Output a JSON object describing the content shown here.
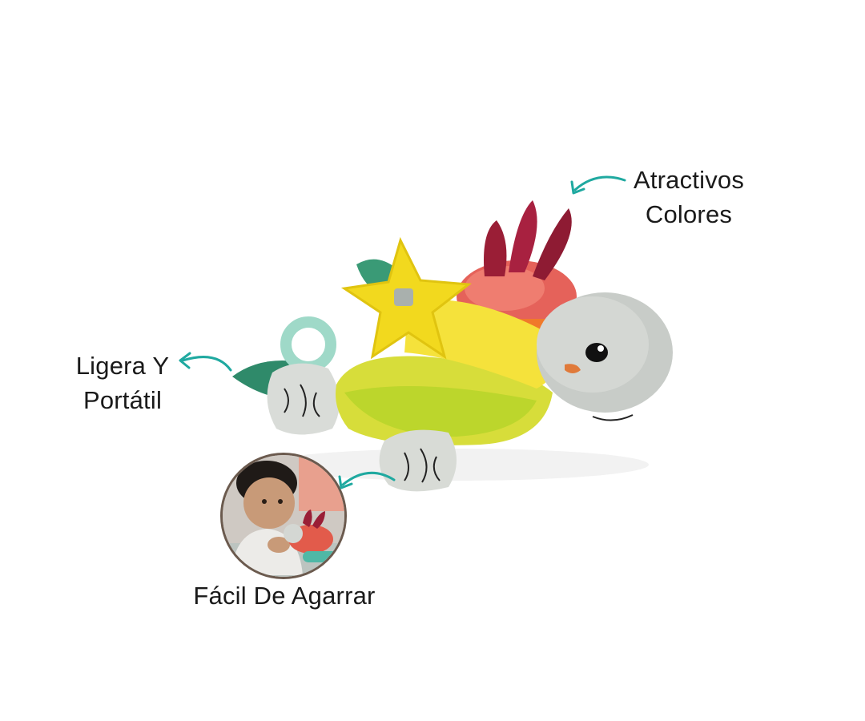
{
  "labels": {
    "colors": {
      "line1": "Atractivos",
      "line2": "Colores"
    },
    "light": {
      "line1": "Ligera Y",
      "line2": "Portátil"
    },
    "grip": {
      "line1": "Fácil De Agarrar"
    }
  },
  "colors": {
    "arrow": "#1fa9a0",
    "text": "#1a1a1a",
    "background": "#ffffff"
  },
  "icons": {
    "arrow": "curved-arrow-icon"
  }
}
